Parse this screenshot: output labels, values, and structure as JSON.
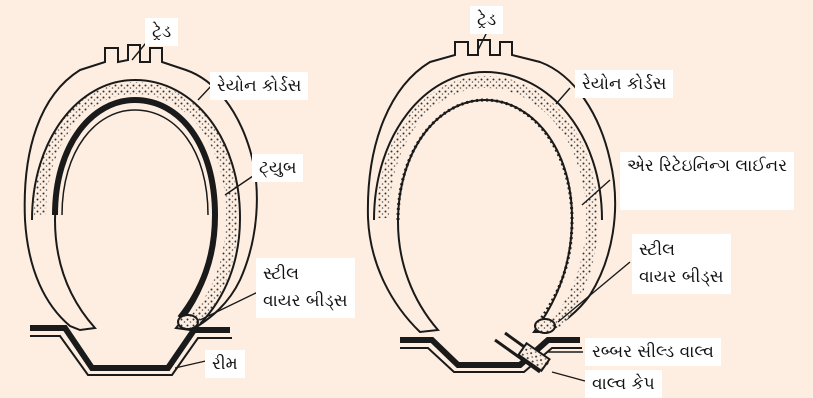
{
  "left_diagram": {
    "labels": {
      "tread": "ટ્રેડ",
      "rayon_cords": "રેયોન કોર્ડસ",
      "tube": "ટ્યુબ",
      "steel_wire_beads": "સ્ટીલ\nવાયર બીડ્સ",
      "rim": "રીમ"
    }
  },
  "right_diagram": {
    "labels": {
      "tread": "ટ્રેડ",
      "rayon_cords": "રેયોન કોર્ડસ",
      "air_retaining_liner": "એર રિટેઇનિન્ગ લાઈનર",
      "steel_wire_beads": "સ્ટીલ\nવાયર બીડ્સ",
      "rubber_seal_valve": "રબ્બર સીલ્ડ વાલ્વ",
      "valve_cap": "વાલ્વ કેપ"
    }
  },
  "colors": {
    "background": "#fdeee1",
    "ink": "#1a1a1a",
    "label_bg": "#ffffff"
  }
}
